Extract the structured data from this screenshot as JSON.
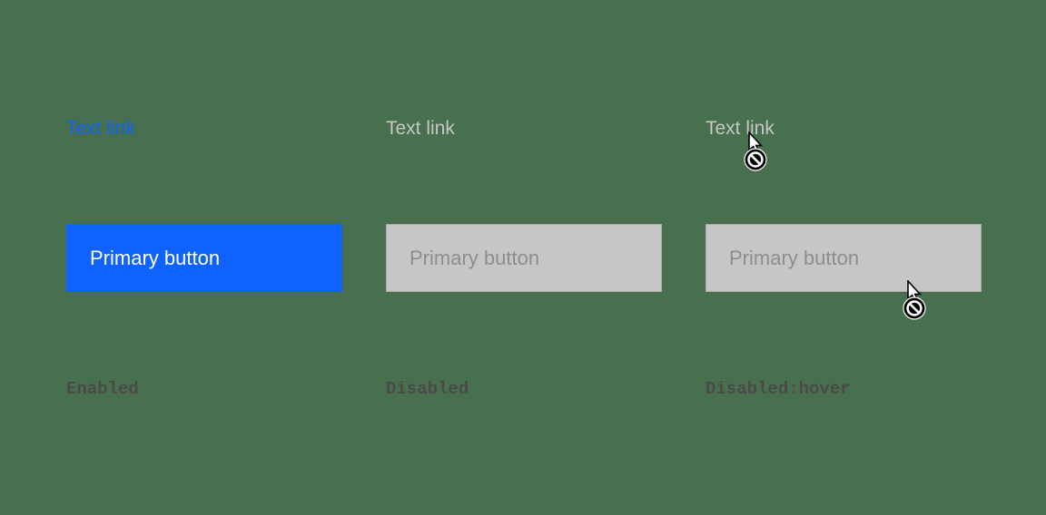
{
  "colors": {
    "background": "#48704e",
    "link_enabled": "#0f62fe",
    "link_disabled": "#c6c6c6",
    "button_primary_bg": "#0f62fe",
    "button_primary_text": "#ffffff",
    "button_disabled_bg": "#c6c6c6",
    "button_disabled_text": "#8d8d8d",
    "caption_text": "#4a4a4a"
  },
  "columns": [
    {
      "state": "enabled",
      "link_label": "Text link",
      "button_label": "Primary button",
      "caption": "Enabled"
    },
    {
      "state": "disabled",
      "link_label": "Text link",
      "button_label": "Primary button",
      "caption": "Disabled"
    },
    {
      "state": "disabled-hover",
      "link_label": "Text link",
      "button_label": "Primary button",
      "caption": "Disabled:hover"
    }
  ],
  "cursors": [
    {
      "icon": "not-allowed-cursor",
      "attached_to": "text-link"
    },
    {
      "icon": "not-allowed-cursor",
      "attached_to": "primary-button"
    }
  ]
}
